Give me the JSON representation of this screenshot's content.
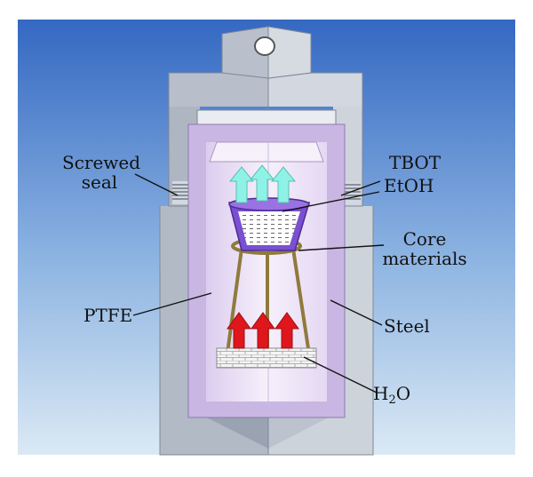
{
  "labels": {
    "screwed_seal": [
      "Screwed",
      "seal"
    ],
    "tbot": "TBOT",
    "etoh": "EtOH",
    "core_materials": [
      "Core",
      "materials"
    ],
    "ptfe": "PTFE",
    "steel": "Steel",
    "h2o_main": "H",
    "h2o_sub": "2",
    "h2o_tail": "O"
  },
  "colors": {
    "background_top": "#3b73c8",
    "background_bottom": "#d6e6f4",
    "steel": "#c6ccd6",
    "steel_dark": "#8a94a3",
    "ptfe": "#eadff4",
    "ptfe_dark": "#c4b0dd",
    "cup": "#7a4fd0",
    "vapor_arrow": "#8ff2e6",
    "heat_arrow": "#e0161d",
    "stand": "#8f7a3c"
  },
  "icons": {
    "vapor_arrows": "up-arrow-icon",
    "heat_arrows": "up-arrow-icon",
    "hanging_ring": "ring-icon"
  }
}
